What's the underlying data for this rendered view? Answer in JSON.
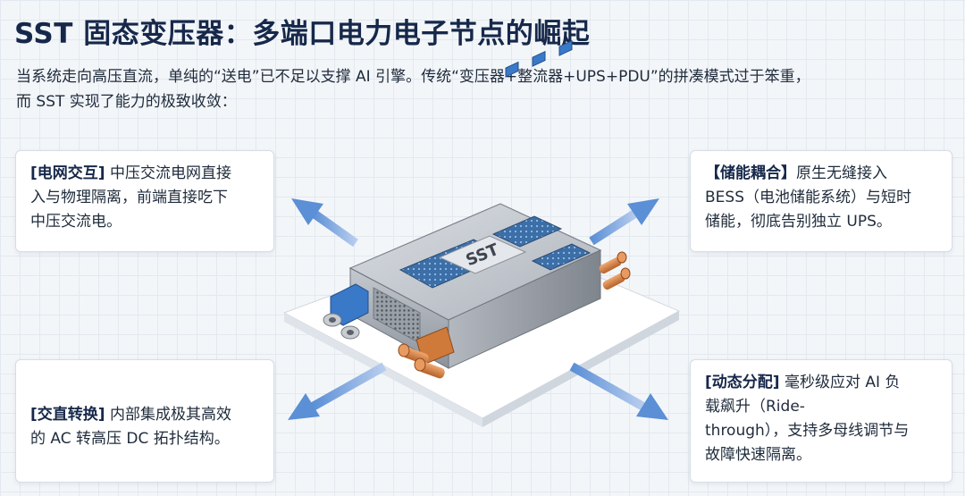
{
  "title": "SST 固态变压器：多端口电力电子节点的崛起",
  "intro": {
    "line1": "当系统走向高压直流，单纯的“送电”已不足以支撑 AI 引擎。传统“变压器+整流器+UPS+PDU”的拼凑模式过于笨重，",
    "line2": "而 SST 实现了能力的极致收敛："
  },
  "cards": {
    "grid": {
      "tag": "[电网交互]",
      "lines": [
        "中压交流电网直接",
        "入与物理隔离，前端直接吃下",
        "中压交流电。"
      ]
    },
    "storage": {
      "tag": "【储能耦合】",
      "lines": [
        "原生无缝接入",
        "BESS（电池储能系统）与短时",
        "储能，彻底告别独立 UPS。"
      ]
    },
    "conversion": {
      "tag": "[交直转换]",
      "lines": [
        "内部集成极其高效",
        "的 AC 转高压 DC 拓扑结构。"
      ]
    },
    "dynamic": {
      "tag": "[动态分配]",
      "lines": [
        "毫秒级应对 AI 负",
        "载飙升（Ride-",
        "through），支持多母线调节与",
        "故障快速隔离。"
      ]
    }
  },
  "device": {
    "label": "SST"
  },
  "colors": {
    "arrow": "#6f9ad8",
    "copper": "#cf7a3a",
    "blue_port": "#3a78c8",
    "title": "#16284a"
  }
}
